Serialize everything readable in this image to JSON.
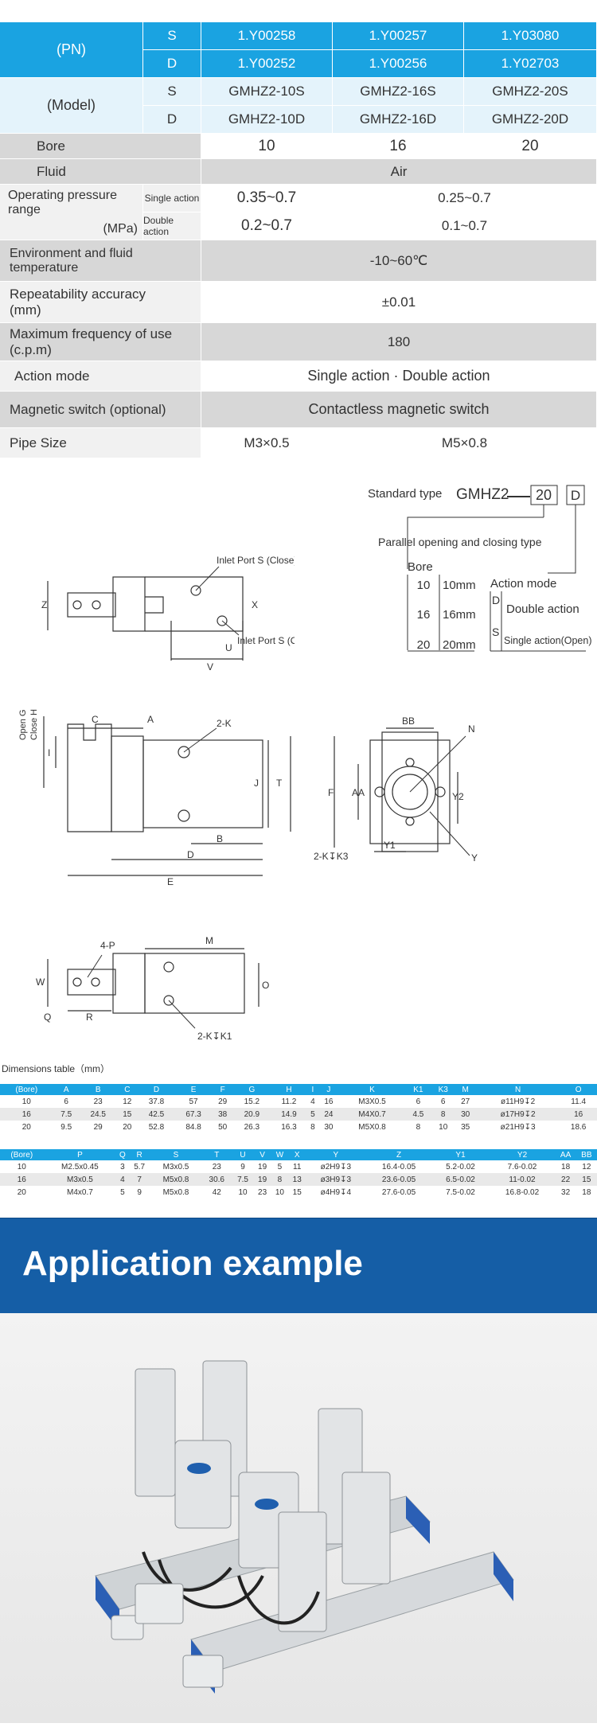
{
  "spec": {
    "pn": {
      "label": "(PN)",
      "s": "S",
      "d": "D",
      "s_vals": [
        "1.Y00258",
        "1.Y00257",
        "1.Y03080"
      ],
      "d_vals": [
        "1.Y00252",
        "1.Y00256",
        "1.Y02703"
      ]
    },
    "model": {
      "label": "(Model)",
      "s": "S",
      "d": "D",
      "s_vals": [
        "GMHZ2-10S",
        "GMHZ2-16S",
        "GMHZ2-20S"
      ],
      "d_vals": [
        "GMHZ2-10D",
        "GMHZ2-16D",
        "GMHZ2-20D"
      ]
    },
    "bore": {
      "label": "Bore",
      "vals": [
        "10",
        "16",
        "20"
      ]
    },
    "fluid": {
      "label": "Fluid",
      "val": "Air"
    },
    "pressure": {
      "label1": "Operating pressure range",
      "label2": "(MPa)",
      "single_label": "Single action",
      "double_label": "Double action",
      "single_10": "0.35~0.7",
      "single_rest": "0.25~0.7",
      "double_10": "0.2~0.7",
      "double_rest": "0.1~0.7"
    },
    "env": {
      "label": "Environment and fluid temperature",
      "val": "-10~60℃"
    },
    "repeat": {
      "label1": "Repeatability accuracy",
      "label2": "(mm)",
      "val": "±0.01"
    },
    "freq": {
      "label1": "Maximum frequency of use",
      "label2": "(c.p.m)",
      "val": "180"
    },
    "action": {
      "label": "Action mode",
      "val": "Single action · Double action"
    },
    "switch": {
      "label": "Magnetic switch (optional)",
      "val": "Contactless magnetic switch"
    },
    "pipe": {
      "label": "Pipe Size",
      "val_10": "M3×0.5",
      "val_rest": "M5×0.8"
    }
  },
  "order": {
    "standard_type": "Standard type",
    "model": "GMHZ2",
    "dash": "—",
    "bore_box": "20",
    "action_box": "D",
    "parallel": "Parallel  opening and closing type",
    "bore_title": "Bore",
    "bores": [
      [
        "10",
        "10mm"
      ],
      [
        "16",
        "16mm"
      ],
      [
        "20",
        "20mm"
      ]
    ],
    "action_title": "Action mode",
    "actions": [
      [
        "D",
        "Double action"
      ],
      [
        "S",
        "Single action(Open)"
      ]
    ]
  },
  "drawing_labels": {
    "inlet_close": "Inlet Port S (Close)",
    "inlet_open": "Inlet Port S (Open)",
    "z": "Z",
    "x": "X",
    "u": "U",
    "v": "V",
    "open_g": "Open G",
    "close_h": "Close H",
    "c": "C",
    "a": "A",
    "two_k": "2-K",
    "i": "I",
    "j": "J",
    "t": "T",
    "b": "B",
    "d": "D",
    "e": "E",
    "bb": "BB",
    "n": "N",
    "f": "F",
    "aa": "AA",
    "y2": "Y2",
    "y1": "Y1",
    "y": "Y",
    "two_k_k3": "2-K↧K3",
    "four_p": "4-P",
    "m": "M",
    "w": "W",
    "o": "O",
    "q": "Q",
    "r": "R",
    "two_k_k1": "2-K↧K1"
  },
  "dims": {
    "title": "Dimensions table（mm）",
    "t1_head": [
      "(Bore)",
      "A",
      "B",
      "C",
      "D",
      "E",
      "F",
      "G",
      "H",
      "I",
      "J",
      "K",
      "K1",
      "K3",
      "M",
      "N",
      "O"
    ],
    "t1_rows": [
      [
        "10",
        "6",
        "23",
        "12",
        "37.8",
        "57",
        "29",
        "15.2",
        "11.2",
        "4",
        "16",
        "M3X0.5",
        "6",
        "6",
        "27",
        "ø11H9↧2",
        "11.4"
      ],
      [
        "16",
        "7.5",
        "24.5",
        "15",
        "42.5",
        "67.3",
        "38",
        "20.9",
        "14.9",
        "5",
        "24",
        "M4X0.7",
        "4.5",
        "8",
        "30",
        "ø17H9↧2",
        "16"
      ],
      [
        "20",
        "9.5",
        "29",
        "20",
        "52.8",
        "84.8",
        "50",
        "26.3",
        "16.3",
        "8",
        "30",
        "M5X0.8",
        "8",
        "10",
        "35",
        "ø21H9↧3",
        "18.6"
      ]
    ],
    "t2_head": [
      "(Bore)",
      "P",
      "Q",
      "R",
      "S",
      "T",
      "U",
      "V",
      "W",
      "X",
      "Y",
      "Z",
      "Y1",
      "Y2",
      "AA",
      "BB"
    ],
    "t2_rows": [
      [
        "10",
        "M2.5x0.45",
        "3",
        "5.7",
        "M3x0.5",
        "23",
        "9",
        "19",
        "5",
        "11",
        "ø2H9↧3",
        "16.4-0.05",
        "5.2-0.02",
        "7.6-0.02",
        "18",
        "12"
      ],
      [
        "16",
        "M3x0.5",
        "4",
        "7",
        "M5x0.8",
        "30.6",
        "7.5",
        "19",
        "8",
        "13",
        "ø3H9↧3",
        "23.6-0.05",
        "6.5-0.02",
        "11-0.02",
        "22",
        "15"
      ],
      [
        "20",
        "M4x0.7",
        "5",
        "9",
        "M5x0.8",
        "42",
        "10",
        "23",
        "10",
        "15",
        "ø4H9↧4",
        "27.6-0.05",
        "7.5-0.02",
        "16.8-0.02",
        "32",
        "18"
      ]
    ]
  },
  "banner": {
    "title": "Application example"
  },
  "colors": {
    "blue": "#1aa3e1",
    "banner": "#155ea6",
    "grey": "#d7d7d7"
  }
}
